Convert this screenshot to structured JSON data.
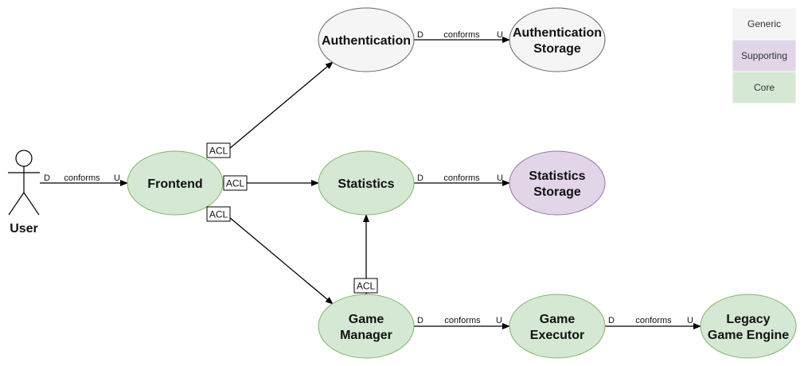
{
  "colors": {
    "core_fill": "#d5e8d4",
    "core_stroke": "#82b366",
    "supporting_fill": "#e1d5e7",
    "supporting_stroke": "#9673a6",
    "generic_fill": "#f5f5f5",
    "generic_stroke": "#666666",
    "edge": "#000000"
  },
  "actor": {
    "label": "User"
  },
  "nodes": {
    "frontend": {
      "label": [
        "Frontend"
      ],
      "kind": "core"
    },
    "authentication": {
      "label": [
        "Authentication"
      ],
      "kind": "generic"
    },
    "auth_storage": {
      "label": [
        "Authentication",
        "Storage"
      ],
      "kind": "generic"
    },
    "statistics": {
      "label": [
        "Statistics"
      ],
      "kind": "core"
    },
    "stats_storage": {
      "label": [
        "Statistics",
        "Storage"
      ],
      "kind": "supporting"
    },
    "game_manager": {
      "label": [
        "Game",
        "Manager"
      ],
      "kind": "core"
    },
    "game_executor": {
      "label": [
        "Game",
        "Executor"
      ],
      "kind": "core"
    },
    "legacy_engine": {
      "label": [
        "Legacy",
        "Game Engine"
      ],
      "kind": "core"
    }
  },
  "edge_labels": {
    "downstream": "D",
    "upstream": "U",
    "relation": "conforms",
    "acl": "ACL"
  },
  "legend": [
    {
      "label": "Generic",
      "kind": "generic"
    },
    {
      "label": "Supporting",
      "kind": "supporting"
    },
    {
      "label": "Core",
      "kind": "core"
    }
  ]
}
